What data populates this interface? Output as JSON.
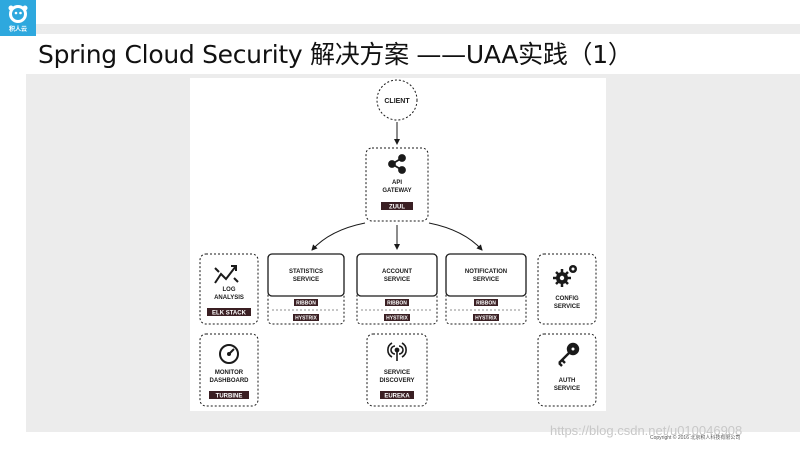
{
  "slide": {
    "title": "Spring Cloud Security 解决方案 ——UAA实践（1）",
    "logo_label": "积人云",
    "copyright": "Copyright © 2016 北京积人科技有限公司",
    "watermark": "https://blog.csdn.net/u010046908"
  },
  "colors": {
    "logo": "#2ea8de",
    "tag": "#3a1f23",
    "border": "#1a1a1a",
    "slide_bg": "#ececec"
  },
  "diagram": {
    "client": {
      "label": "CLIENT"
    },
    "gateway": {
      "label_line1": "API",
      "label_line2": "GATEWAY",
      "tag": "ZUUL",
      "icon": "share-icon"
    },
    "services": [
      {
        "label_line1": "STATISTICS",
        "label_line2": "SERVICE",
        "tag1": "RIBBON",
        "tag2": "HYSTRIX"
      },
      {
        "label_line1": "ACCOUNT",
        "label_line2": "SERVICE",
        "tag1": "RIBBON",
        "tag2": "HYSTRIX"
      },
      {
        "label_line1": "NOTIFICATION",
        "label_line2": "SERVICE",
        "tag1": "RIBBON",
        "tag2": "HYSTRIX"
      }
    ],
    "log": {
      "label_line1": "LOG",
      "label_line2": "ANALYSIS",
      "tag": "ELK STACK",
      "icon": "trend-chart-icon"
    },
    "monitor": {
      "label_line1": "MONITOR",
      "label_line2": "DASHBOARD",
      "tag": "TURBINE",
      "icon": "gauge-icon"
    },
    "discovery": {
      "label_line1": "SERVICE",
      "label_line2": "DISCOVERY",
      "tag": "EUREKA",
      "icon": "broadcast-icon"
    },
    "config": {
      "label_line1": "CONFIG",
      "label_line2": "SERVICE",
      "icon": "gears-icon"
    },
    "auth": {
      "label_line1": "AUTH",
      "label_line2": "SERVICE",
      "icon": "key-icon"
    }
  }
}
